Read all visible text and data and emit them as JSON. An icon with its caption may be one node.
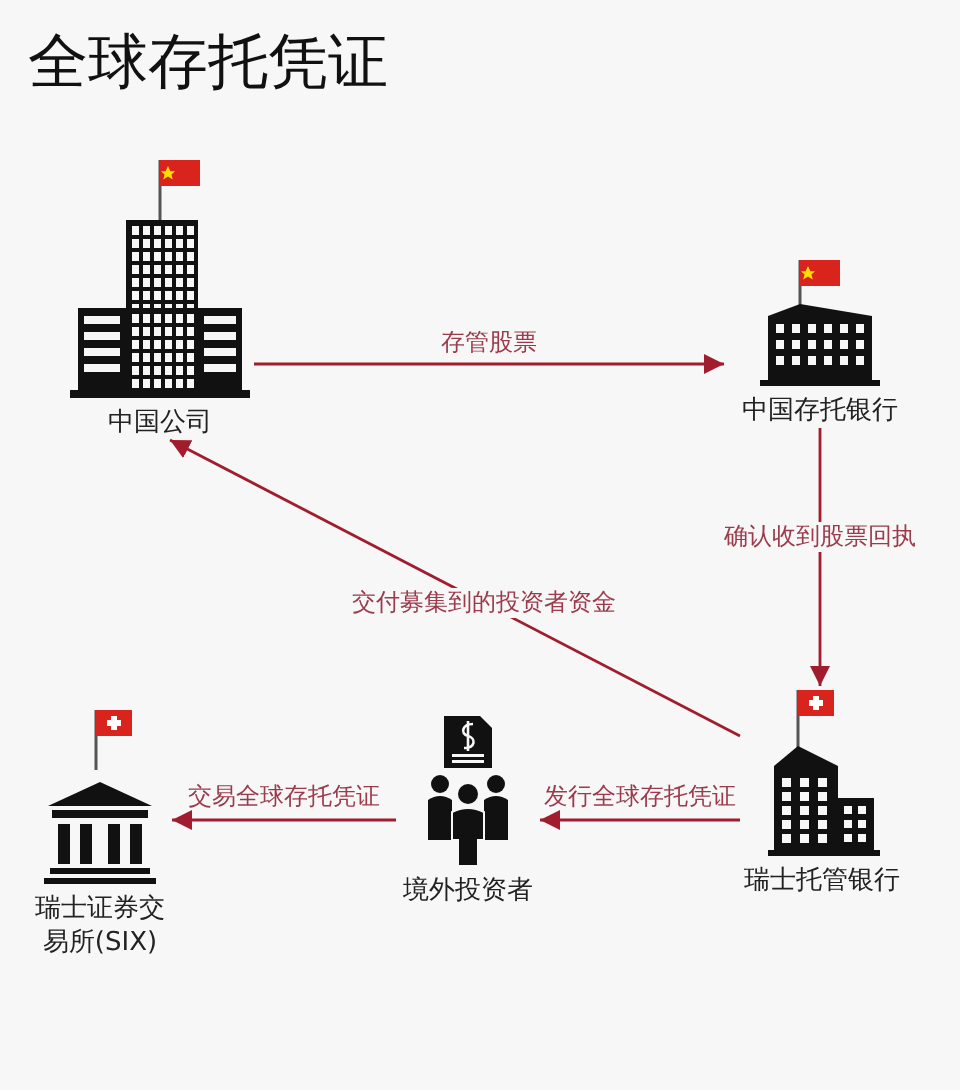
{
  "diagram": {
    "title": "全球存托凭证",
    "nodes": [
      {
        "text": [
          "中国公司"
        ]
      },
      {
        "text": [
          "中国存托银行"
        ]
      },
      {
        "text": [
          "瑞士托管银行"
        ]
      },
      {
        "text": [
          "境外投资者"
        ]
      },
      {
        "text": [
          "瑞士证券交易所(SIX)"
        ]
      }
    ],
    "edges": [
      {
        "from": 0,
        "to": 1,
        "arrow": "to",
        "label": "存管股票"
      },
      {
        "from": 1,
        "to": 2,
        "arrow": "to",
        "label": "确认收到股票回执"
      },
      {
        "from": 2,
        "to": 0,
        "arrow": "to",
        "label": "交付募集到的投资者资金"
      },
      {
        "from": 2,
        "to": 3,
        "arrow": "to",
        "label": "发行全球存托凭证"
      },
      {
        "from": 3,
        "to": 4,
        "arrow": "to",
        "label": "交易全球存托凭证"
      }
    ]
  }
}
